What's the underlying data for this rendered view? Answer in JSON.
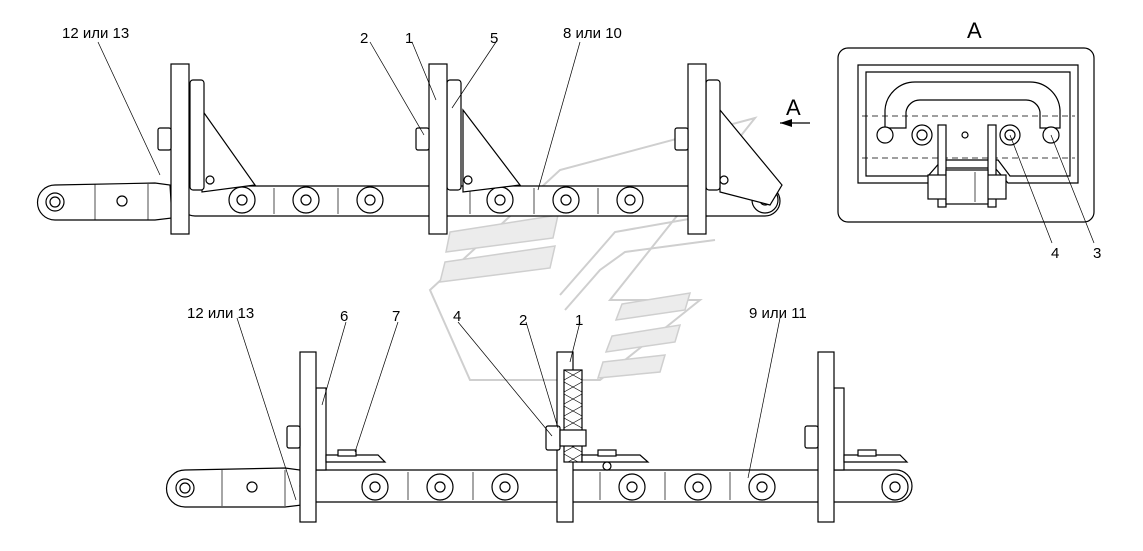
{
  "labels": {
    "top_12_13": "12 или 13",
    "top_2": "2",
    "top_1": "1",
    "top_5": "5",
    "top_8_10": "8 или 10",
    "view_arrow": "А",
    "view_title": "А",
    "view_4": "4",
    "view_3": "3",
    "bot_12_13": "12 или 13",
    "bot_6": "6",
    "bot_7": "7",
    "bot_4": "4",
    "bot_2": "2",
    "bot_1": "1",
    "bot_9_11": "9 или 11"
  },
  "colors": {
    "line": "#000000",
    "background": "#ffffff",
    "watermark": "#cfcfcf"
  }
}
